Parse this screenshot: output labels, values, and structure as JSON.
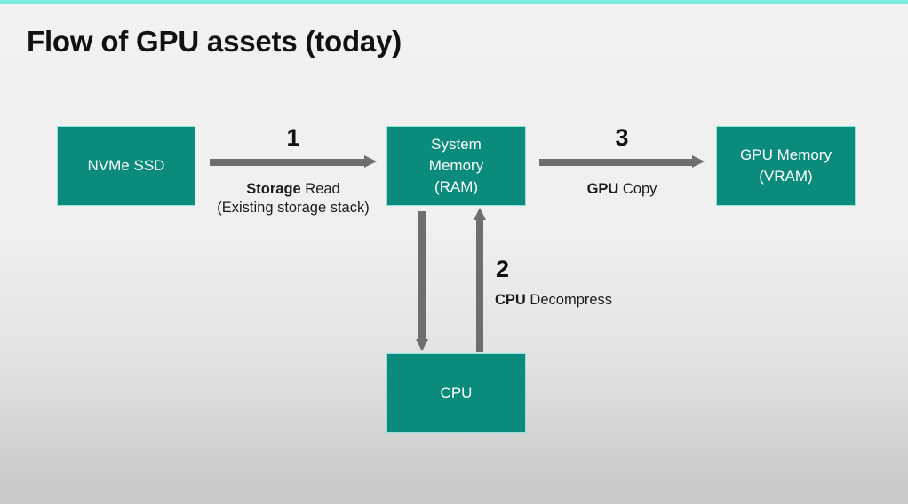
{
  "slide": {
    "title": "Flow of GPU assets (today)",
    "accent_color": "#7ceedd",
    "node_color": "#0a8b7b",
    "arrow_color": "#6e6e6e",
    "background": "light gray vertical gradient"
  },
  "nodes": [
    {
      "id": "nvme",
      "label": "NVMe SSD"
    },
    {
      "id": "ram",
      "label": "System\nMemory\n(RAM)"
    },
    {
      "id": "vram",
      "label": "GPU Memory\n(VRAM)"
    },
    {
      "id": "cpu",
      "label": "CPU"
    }
  ],
  "steps": [
    {
      "number": "1",
      "label_bold": "Storage",
      "label_rest": " Read",
      "sub_label": "(Existing storage stack)",
      "from": "NVMe SSD",
      "to": "System Memory (RAM)",
      "direction": "right"
    },
    {
      "number": "2",
      "label_bold": "CPU",
      "label_rest": " Decompress",
      "sub_label": "",
      "from": "System Memory (RAM)",
      "to": "CPU",
      "direction": "down-and-up"
    },
    {
      "number": "3",
      "label_bold": "GPU",
      "label_rest": " Copy",
      "sub_label": "",
      "from": "System Memory (RAM)",
      "to": "GPU Memory (VRAM)",
      "direction": "right"
    }
  ]
}
